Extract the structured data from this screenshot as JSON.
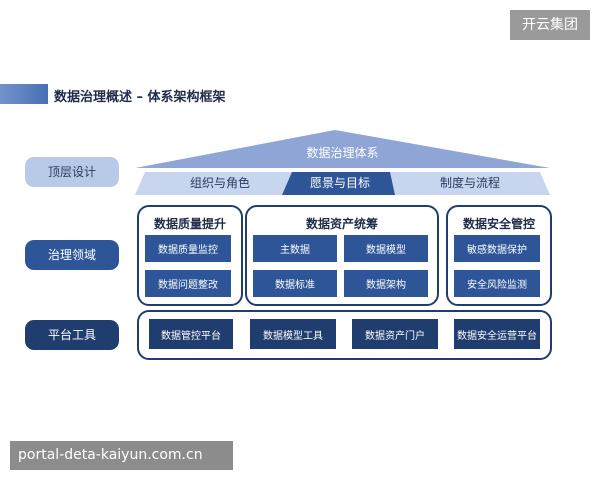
{
  "brand": "开云集团",
  "page_title": "数据治理概述 – 体系架构框架",
  "left_labels": {
    "top_design": "顶层设计",
    "governance": "治理领域",
    "platform": "平台工具"
  },
  "roof": {
    "title": "数据治理体系",
    "segments": [
      "组织与角色",
      "愿景与目标",
      "制度与流程"
    ]
  },
  "groups": {
    "quality": {
      "title": "数据质量提升",
      "items": [
        "数据质量监控",
        "数据问题整改"
      ]
    },
    "assets": {
      "title": "数据资产统筹",
      "items": [
        "主数据",
        "数据模型",
        "数据标准",
        "数据架构"
      ]
    },
    "security": {
      "title": "数据安全管控",
      "items": [
        "敏感数据保护",
        "安全风险监测"
      ]
    }
  },
  "platform_tools": [
    "数据管控平台",
    "数据模型工具",
    "数据资产门户",
    "数据安全运营平台"
  ],
  "watermark": "portal-deta-kaiyun.com.cn",
  "colors": {
    "roof_top": "#8ea5d6",
    "roof_band": "#c8d5ee",
    "roof_band_active": "#2e5597",
    "box_blue": "#2e5597",
    "box_navy": "#1f3d6e"
  }
}
